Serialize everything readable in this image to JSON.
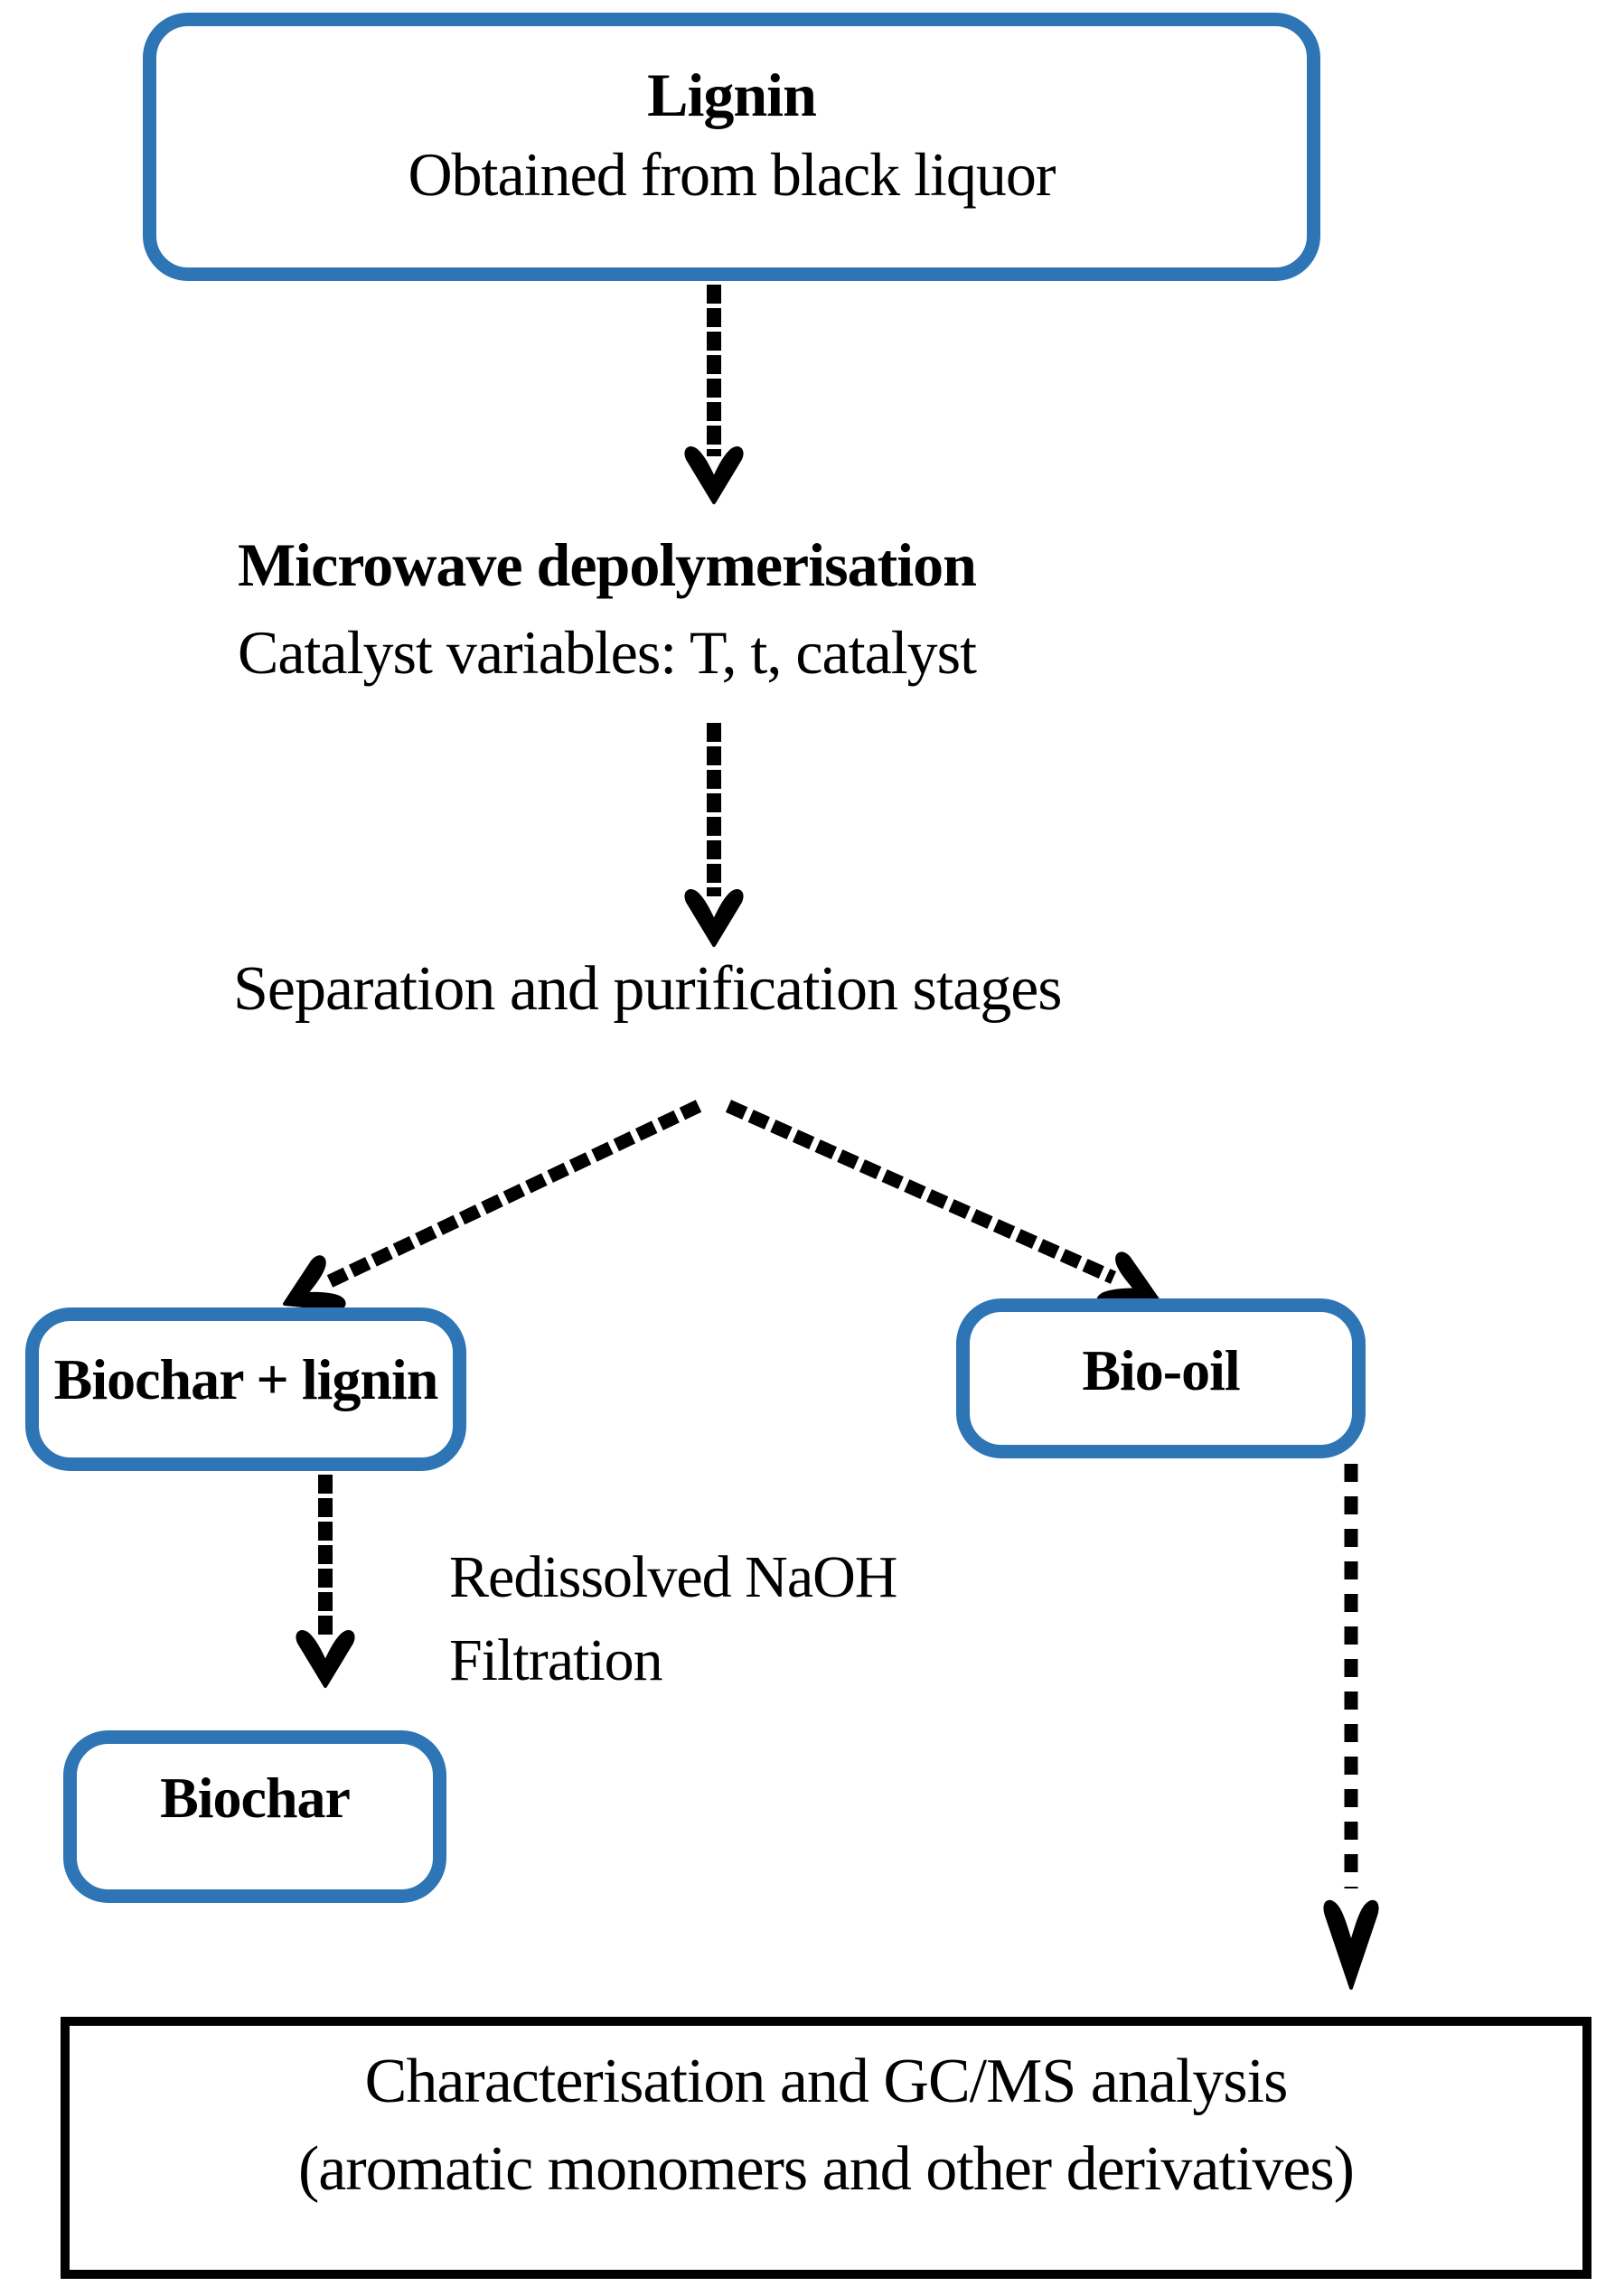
{
  "nodes": {
    "lignin": {
      "title": "Lignin",
      "subtitle": "Obtained from black liquor"
    },
    "microwave": {
      "title": "Microwave depolymerisation",
      "subtitle": "Catalyst variables: T, t, catalyst"
    },
    "separation": {
      "label": "Separation and purification stages"
    },
    "biochar_lignin": {
      "label": "Biochar + lignin"
    },
    "bio_oil": {
      "label": "Bio-oil"
    },
    "redissolve_note": {
      "line1": "Redissolved NaOH",
      "line2": "Filtration"
    },
    "biochar": {
      "label": "Biochar"
    },
    "analysis": {
      "line1": "Characterisation and GC/MS analysis",
      "line2": "(aromatic monomers and other derivatives)"
    }
  },
  "colors": {
    "box_border": "#2E75B6",
    "arrow": "#000000",
    "final_box_border": "#000000",
    "background": "#FFFFFF"
  }
}
